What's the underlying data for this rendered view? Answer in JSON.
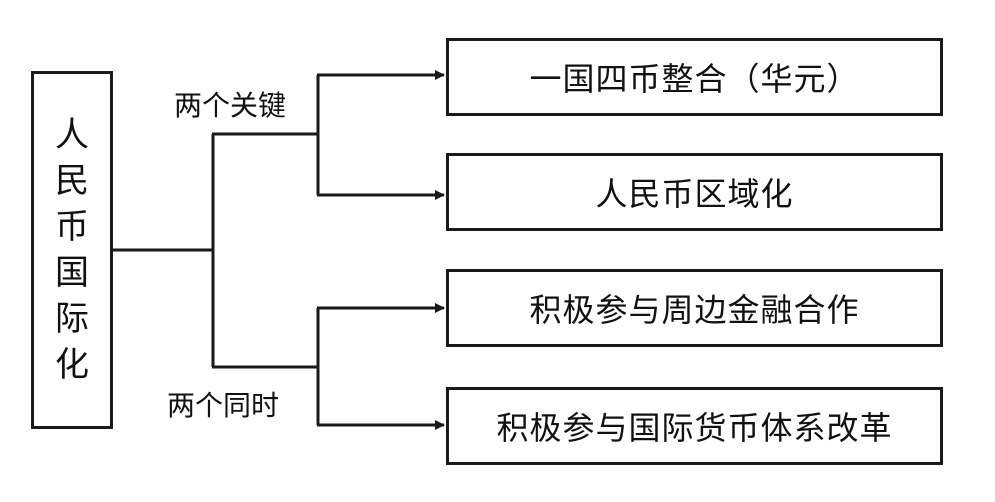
{
  "root": {
    "label_chars": [
      "人",
      "民",
      "币",
      "国",
      "际",
      "化"
    ]
  },
  "branches": [
    {
      "label": "两个关键",
      "leaves": [
        "一国四币整合（华元）",
        "人民币区域化"
      ]
    },
    {
      "label": "两个同时",
      "leaves": [
        "积极参与周边金融合作",
        "积极参与国际货币体系改革"
      ]
    }
  ],
  "colors": {
    "line": "#1a1a1a",
    "background": "#ffffff",
    "text": "#111111"
  }
}
